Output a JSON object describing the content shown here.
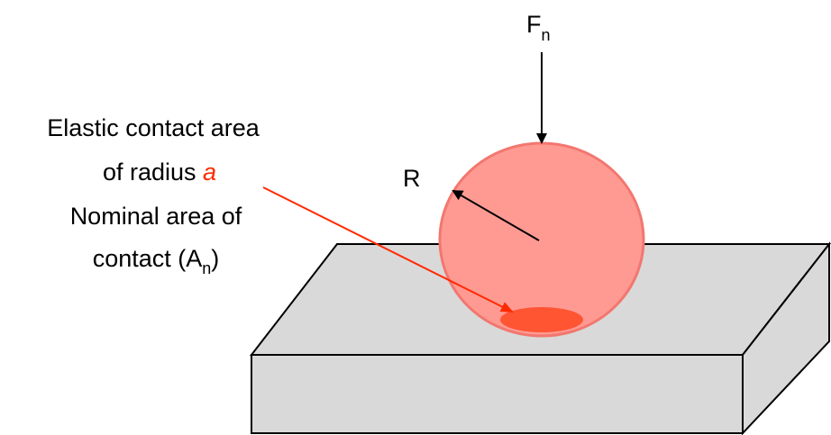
{
  "labels": {
    "force": {
      "main": "F",
      "sub": "n"
    },
    "radius": "R",
    "contact": {
      "line1": "Elastic contact area",
      "line2_prefix": "of radius ",
      "line2_var": "a",
      "line3": "Nominal area of",
      "line4_prefix": "contact (A",
      "line4_sub": "n",
      "line4_suffix": ")"
    }
  },
  "colors": {
    "sphere_fill": "#ff9a93",
    "sphere_stroke": "#f2776f",
    "contact_ellipse": "#ff5533",
    "block_fill": "#d9d9d9",
    "block_stroke": "#000000",
    "pointer_line": "#ff2a00",
    "arrows": "#000000",
    "variable_text": "#ff2a00"
  }
}
